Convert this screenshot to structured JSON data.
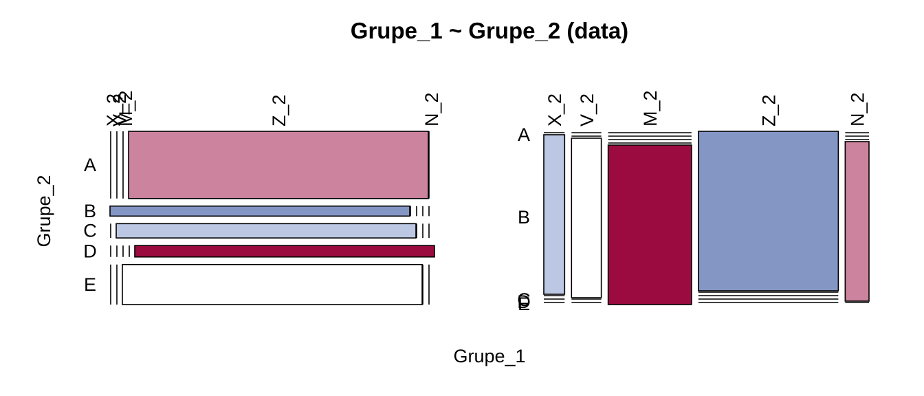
{
  "chart_data": {
    "type": "mosaic",
    "title": "Grupe_1 ~ Grupe_2 (data)",
    "xlabel": "Grupe_1",
    "ylabel": "Grupe_2",
    "colors": {
      "X_2": "#bcc8e3",
      "V_2": "#ffffff",
      "M_2": "#9b0b40",
      "Z_2": "#8496c4",
      "N_2": "#cc839e",
      "A": "#cc839e",
      "B": "#8496c4",
      "C": "#bcc8e3",
      "D": "#9b0b40",
      "E": "#ffffff"
    },
    "panels": [
      {
        "row_categories": [
          "A",
          "B",
          "C",
          "D",
          "E"
        ],
        "row_shares": [
          0.47,
          0.07,
          0.1,
          0.08,
          0.28
        ],
        "col_categories": [
          "X_2",
          "V_2",
          "M_2",
          "Z_2",
          "N_2"
        ],
        "cells": [
          {
            "row": "A",
            "col": "X_2",
            "share": 0
          },
          {
            "row": "A",
            "col": "V_2",
            "share": 0
          },
          {
            "row": "A",
            "col": "M_2",
            "share": 0
          },
          {
            "row": "A",
            "col": "Z_2",
            "share": 1
          },
          {
            "row": "A",
            "col": "N_2",
            "share": 0
          },
          {
            "row": "B",
            "col": "X_2",
            "share": 1
          },
          {
            "row": "B",
            "col": "V_2",
            "share": 0
          },
          {
            "row": "B",
            "col": "M_2",
            "share": 0
          },
          {
            "row": "B",
            "col": "Z_2",
            "share": 0
          },
          {
            "row": "B",
            "col": "N_2",
            "share": 0
          },
          {
            "row": "C",
            "col": "X_2",
            "share": 0
          },
          {
            "row": "C",
            "col": "V_2",
            "share": 1
          },
          {
            "row": "C",
            "col": "M_2",
            "share": 0
          },
          {
            "row": "C",
            "col": "Z_2",
            "share": 0
          },
          {
            "row": "C",
            "col": "N_2",
            "share": 0
          },
          {
            "row": "D",
            "col": "X_2",
            "share": 0
          },
          {
            "row": "D",
            "col": "V_2",
            "share": 0
          },
          {
            "row": "D",
            "col": "M_2",
            "share": 0
          },
          {
            "row": "D",
            "col": "Z_2",
            "share": 0
          },
          {
            "row": "D",
            "col": "N_2",
            "share": 1
          },
          {
            "row": "E",
            "col": "X_2",
            "share": 0
          },
          {
            "row": "E",
            "col": "V_2",
            "share": 0
          },
          {
            "row": "E",
            "col": "M_2",
            "share": 1
          },
          {
            "row": "E",
            "col": "Z_2",
            "share": 0
          },
          {
            "row": "E",
            "col": "N_2",
            "share": 0
          }
        ]
      },
      {
        "col_categories": [
          "X_2",
          "V_2",
          "M_2",
          "Z_2",
          "N_2"
        ],
        "col_shares": [
          0.07,
          0.1,
          0.28,
          0.47,
          0.08
        ],
        "row_categories": [
          "A",
          "B",
          "C",
          "D",
          "E"
        ],
        "cells": [
          {
            "col": "X_2",
            "row": "A",
            "share": 0
          },
          {
            "col": "X_2",
            "row": "B",
            "share": 1
          },
          {
            "col": "X_2",
            "row": "C",
            "share": 0
          },
          {
            "col": "X_2",
            "row": "D",
            "share": 0
          },
          {
            "col": "X_2",
            "row": "E",
            "share": 0
          },
          {
            "col": "V_2",
            "row": "A",
            "share": 0
          },
          {
            "col": "V_2",
            "row": "B",
            "share": 0
          },
          {
            "col": "V_2",
            "row": "C",
            "share": 1
          },
          {
            "col": "V_2",
            "row": "D",
            "share": 0
          },
          {
            "col": "V_2",
            "row": "E",
            "share": 0
          },
          {
            "col": "M_2",
            "row": "A",
            "share": 0
          },
          {
            "col": "M_2",
            "row": "B",
            "share": 0
          },
          {
            "col": "M_2",
            "row": "C",
            "share": 0
          },
          {
            "col": "M_2",
            "row": "D",
            "share": 0
          },
          {
            "col": "M_2",
            "row": "E",
            "share": 1
          },
          {
            "col": "Z_2",
            "row": "A",
            "share": 1
          },
          {
            "col": "Z_2",
            "row": "B",
            "share": 0
          },
          {
            "col": "Z_2",
            "row": "C",
            "share": 0
          },
          {
            "col": "Z_2",
            "row": "D",
            "share": 0
          },
          {
            "col": "Z_2",
            "row": "E",
            "share": 0
          },
          {
            "col": "N_2",
            "row": "A",
            "share": 0
          },
          {
            "col": "N_2",
            "row": "B",
            "share": 0
          },
          {
            "col": "N_2",
            "row": "C",
            "share": 0
          },
          {
            "col": "N_2",
            "row": "D",
            "share": 1
          },
          {
            "col": "N_2",
            "row": "E",
            "share": 0
          }
        ]
      }
    ]
  }
}
